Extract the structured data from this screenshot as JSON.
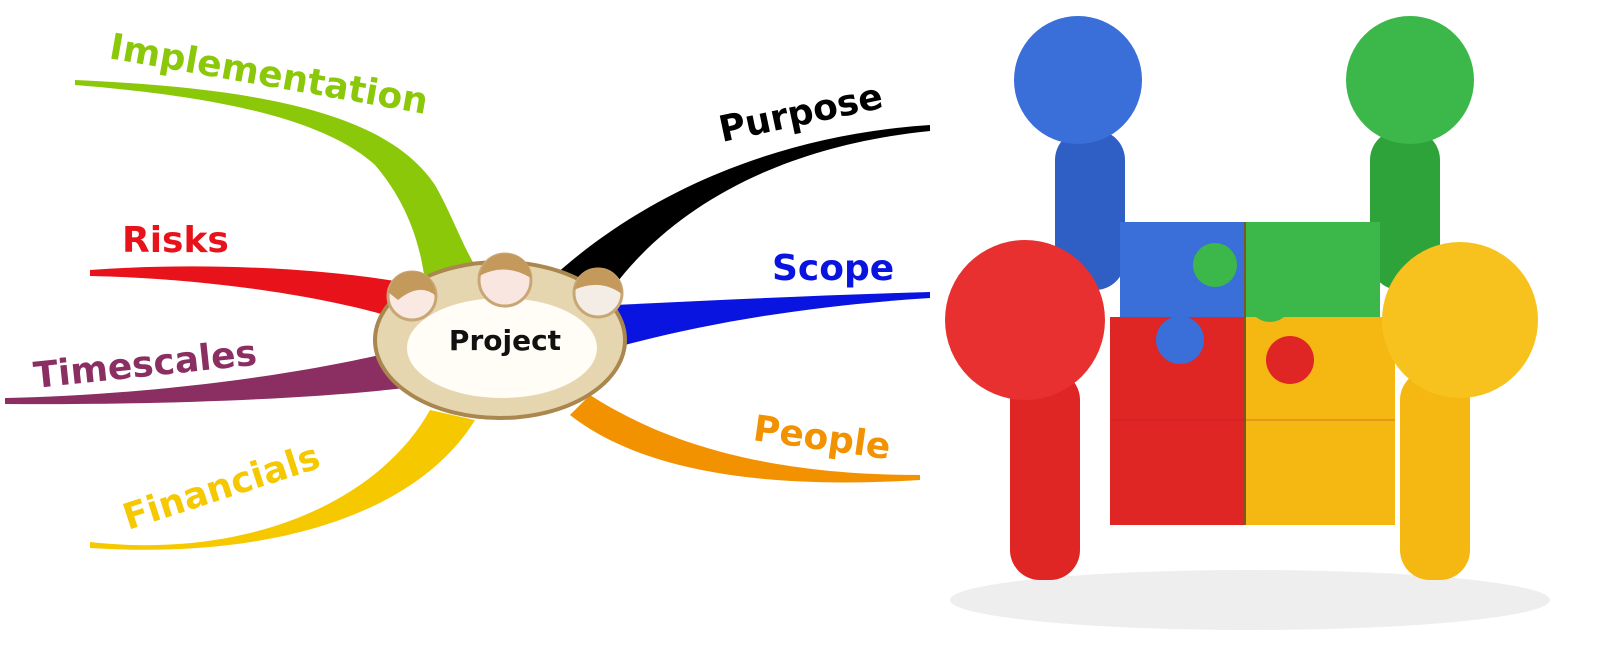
{
  "mindmap": {
    "center": "Project",
    "branches": [
      {
        "label": "Implementation",
        "color": "#8cc80a"
      },
      {
        "label": "Risks",
        "color": "#e8121a"
      },
      {
        "label": "Timescales",
        "color": "#8b2f62"
      },
      {
        "label": "Financials",
        "color": "#f5c800"
      },
      {
        "label": "Purpose",
        "color": "#000000"
      },
      {
        "label": "Scope",
        "color": "#0a14e0"
      },
      {
        "label": "People",
        "color": "#f39200"
      }
    ]
  },
  "illustration": {
    "figure_colors": [
      "#2f5fc4",
      "#2ea33a",
      "#e02525",
      "#f5b712"
    ]
  }
}
